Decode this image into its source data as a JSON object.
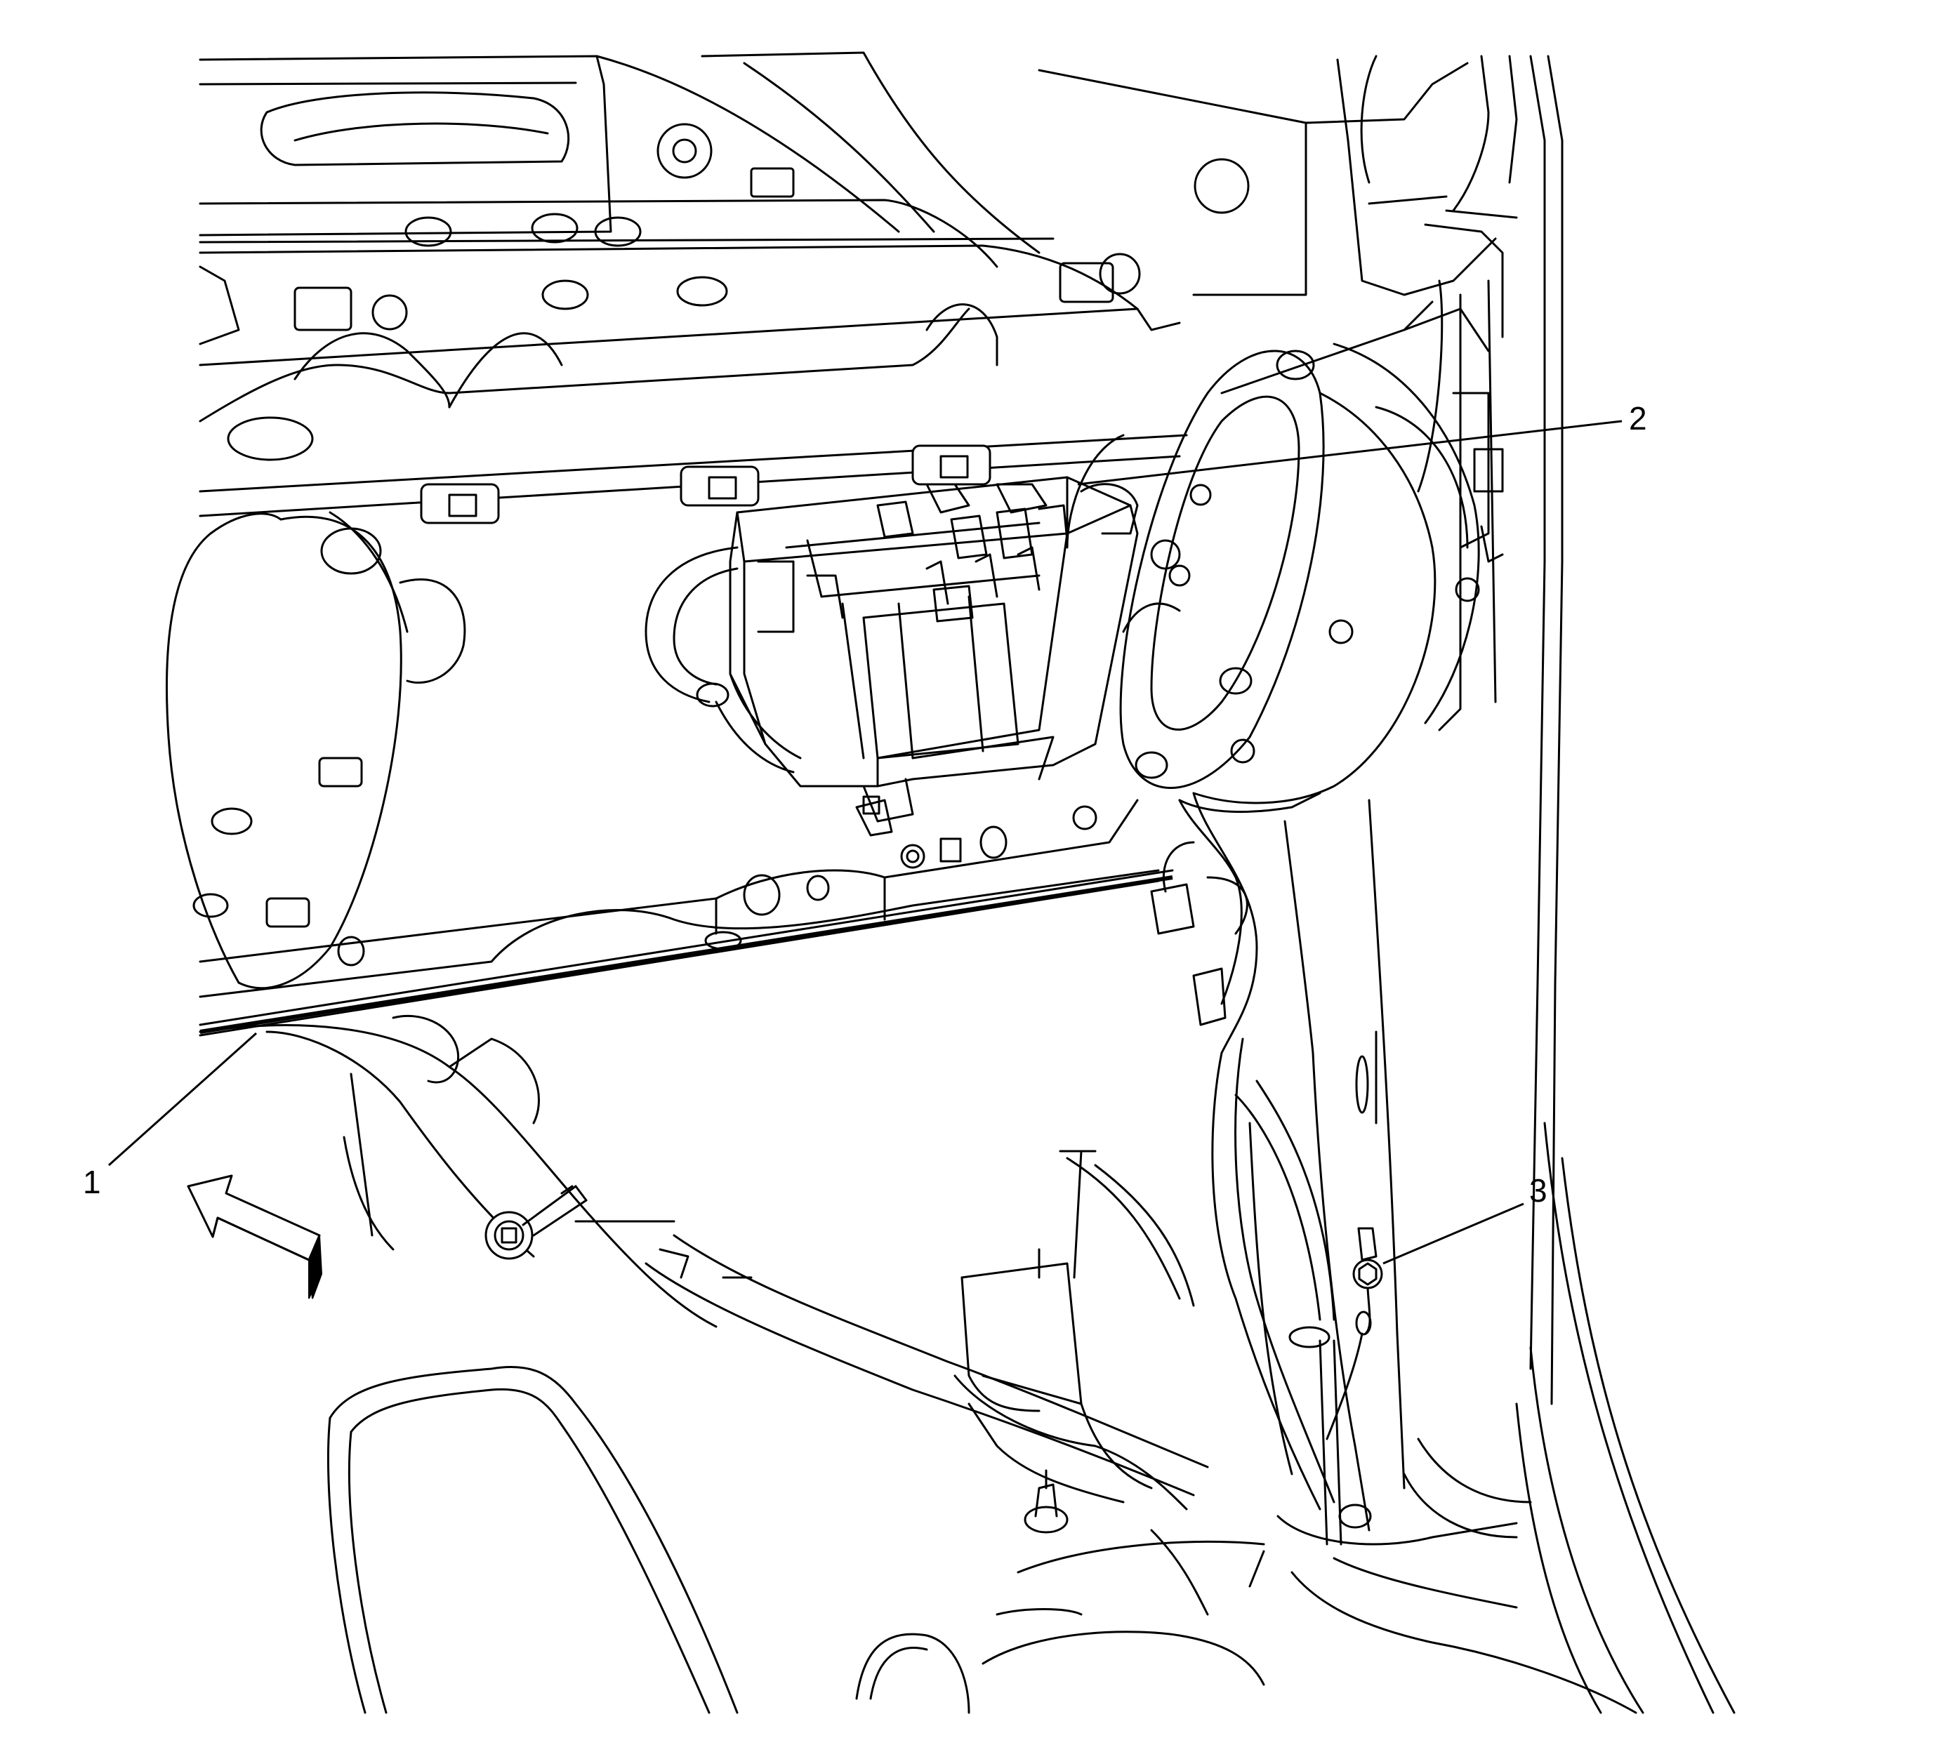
{
  "callouts": [
    {
      "id": "1",
      "label": "1"
    },
    {
      "id": "2",
      "label": "2"
    },
    {
      "id": "3",
      "label": "3"
    }
  ],
  "icons": {
    "direction_arrow": "forward-direction-arrow-icon"
  }
}
